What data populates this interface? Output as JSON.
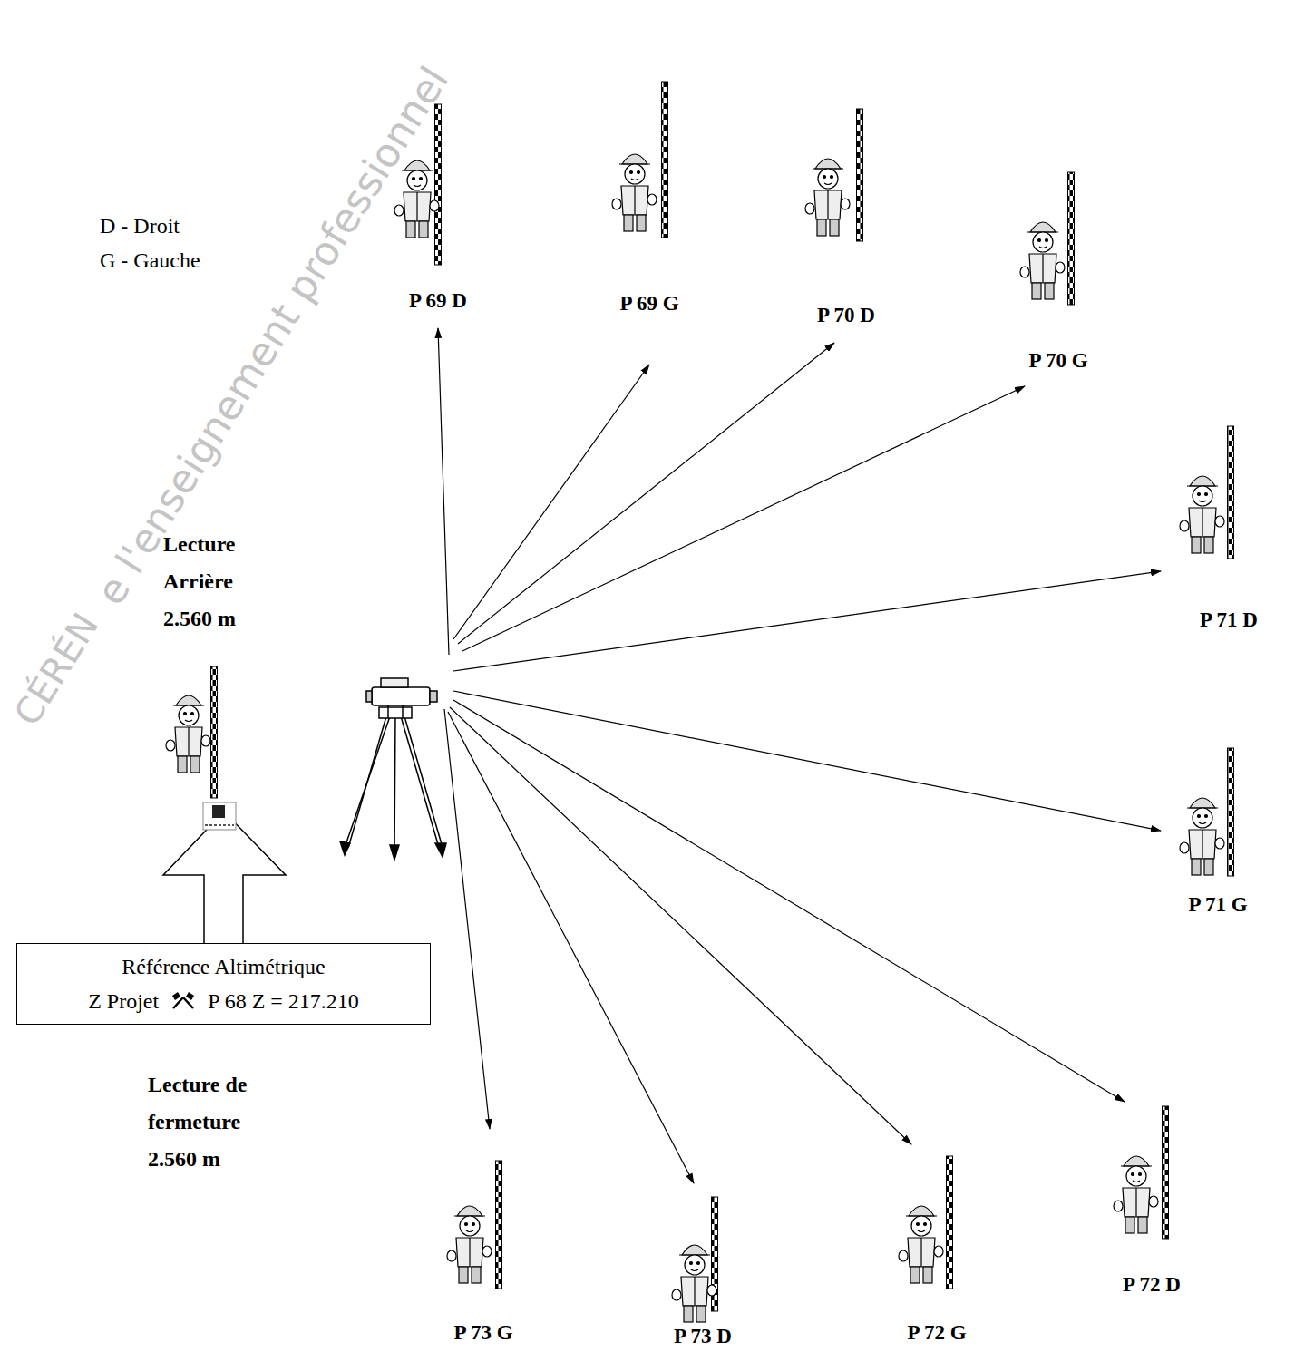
{
  "diagram": {
    "nodes": [
      {
        "text": [
          "Référence Altimétrique",
          "Z Projet",
          "P 68 Z = 217.210"
        ]
      }
    ],
    "labels": [
      "D - Droit",
      "G - Gauche",
      "P 69 D",
      "P 69 G",
      "P 70 D",
      "P 70 G",
      "P 71 D",
      "P 71 G",
      "P 72 D",
      "P 72 G",
      "P 73 D",
      "P 73 G",
      "Lecture Arrière 2.560 m",
      "Lecture de fermeture 2.560 m",
      "e l'enseignement professionnel",
      "CÉRÉN"
    ]
  }
}
